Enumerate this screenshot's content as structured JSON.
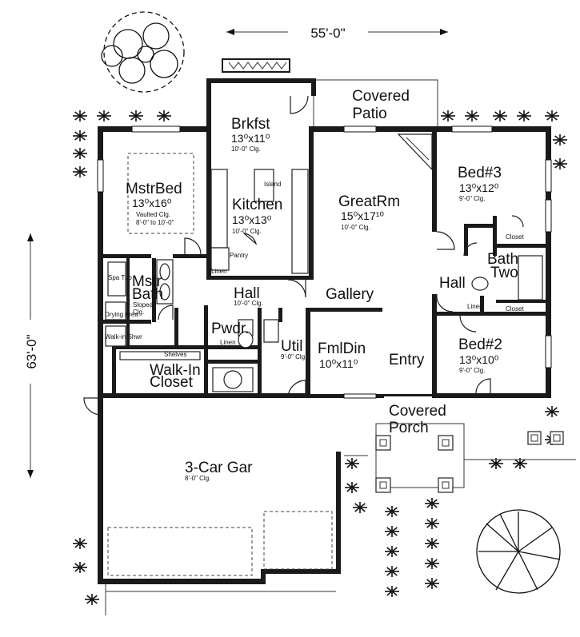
{
  "dimensions": {
    "width": "55'-0\"",
    "depth": "63'-0\""
  },
  "rooms": {
    "breakfast": {
      "name": "Brkfst",
      "size": "13⁰x11⁰",
      "ceiling": "10'-0\" Clg."
    },
    "covered_patio": {
      "line1": "Covered",
      "line2": "Patio"
    },
    "master_bed": {
      "name": "MstrBed",
      "size": "13⁰x16⁰",
      "ceiling1": "Vaulted Clg.",
      "ceiling2": "8'-0\" to 10'-0\""
    },
    "kitchen": {
      "name": "Kitchen",
      "size": "13⁰x13⁰",
      "ceiling": "10'-0\" Clg.",
      "island": "Island",
      "pantry": "Pantry",
      "linen": "Linen"
    },
    "great_room": {
      "name": "GreatRm",
      "size": "15⁰x17¹⁰",
      "ceiling": "10'-0\" Clg."
    },
    "bed3": {
      "name": "Bed#3",
      "size": "13⁰x12⁰",
      "ceiling": "9'-0\" Clg.",
      "closet": "Closet"
    },
    "bath_two": {
      "line1": "Bath",
      "line2": "Two",
      "linen": "Linen",
      "closet": "Closet"
    },
    "master_bath": {
      "line1": "Mstr",
      "line2": "Bath",
      "ceiling1": "Sloped",
      "ceiling2": "Clg.",
      "spa": "Spa Tub",
      "drying": "Drying Area",
      "walkin_shower": "Walk-in Shwr"
    },
    "hall_center": {
      "name": "Hall",
      "ceiling": "10'-0\" Clg."
    },
    "gallery": {
      "name": "Gallery"
    },
    "hall_right": {
      "name": "Hall"
    },
    "powder": {
      "name": "Pwdr.",
      "linen": "Linen"
    },
    "walkin_closet": {
      "line1": "Walk-In",
      "line2": "Closet",
      "shelves": "Shelves"
    },
    "utility": {
      "name": "Util",
      "ceiling": "9'-0\" Clg."
    },
    "formal_dining": {
      "name": "FmlDin",
      "size": "10⁰x11⁰"
    },
    "entry": {
      "name": "Entry"
    },
    "bed2": {
      "name": "Bed#2",
      "size": "13⁰x10⁰",
      "ceiling": "9'-0\" Clg."
    },
    "covered_porch": {
      "line1": "Covered",
      "line2": "Porch"
    },
    "garage": {
      "name": "3-Car Gar",
      "ceiling": "8'-0\" Clg."
    }
  }
}
